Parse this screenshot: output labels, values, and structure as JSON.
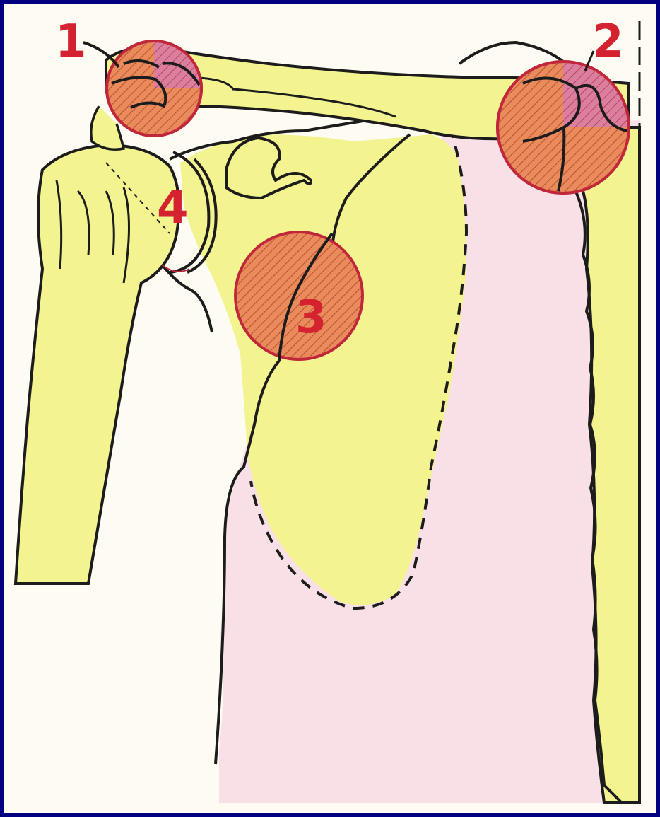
{
  "colors": {
    "frame": "#000080",
    "paper": "#fdfbf2",
    "bone": "#f3f38f",
    "skin": "#f9dfe6",
    "outline": "#1c1c1c",
    "zone_fill": "#e98b5c",
    "zone_alt_fill": "#dc7f9f",
    "zone_stroke": "#c0273a",
    "label": "#d42230"
  },
  "markers": [
    {
      "id": "1",
      "label": "1"
    },
    {
      "id": "2",
      "label": "2"
    },
    {
      "id": "3",
      "label": "3"
    },
    {
      "id": "4",
      "label": "4"
    }
  ]
}
